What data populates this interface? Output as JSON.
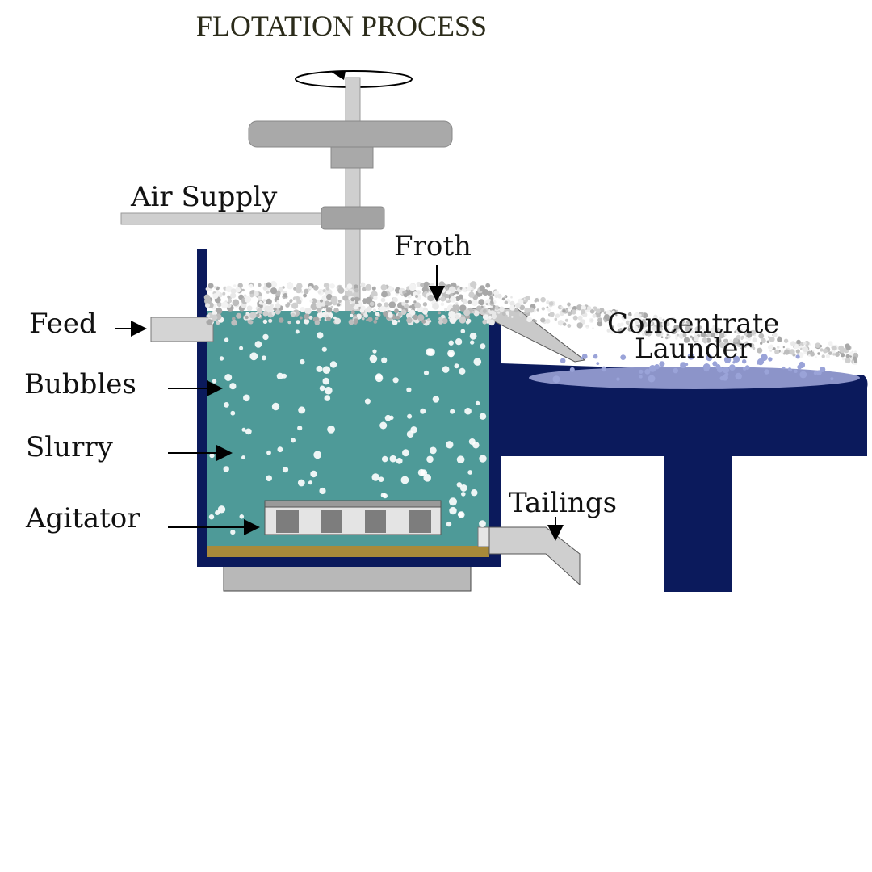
{
  "title": "FLOTATION PROCESS",
  "labels": {
    "air_supply": "Air Supply",
    "froth": "Froth",
    "feed": "Feed",
    "bubbles": "Bubbles",
    "slurry": "Slurry",
    "agitator": "Agitator",
    "concentrate": "Concentrate",
    "launder": "Launder",
    "tailings": "Tailings"
  },
  "colors": {
    "tank_wall": "#0b1a5c",
    "slurry": "#4e9a98",
    "froth": "#d6d6d6",
    "pipe": "#c4c4c4",
    "sediment": "#a88a3a",
    "base": "#b8b8b8"
  }
}
